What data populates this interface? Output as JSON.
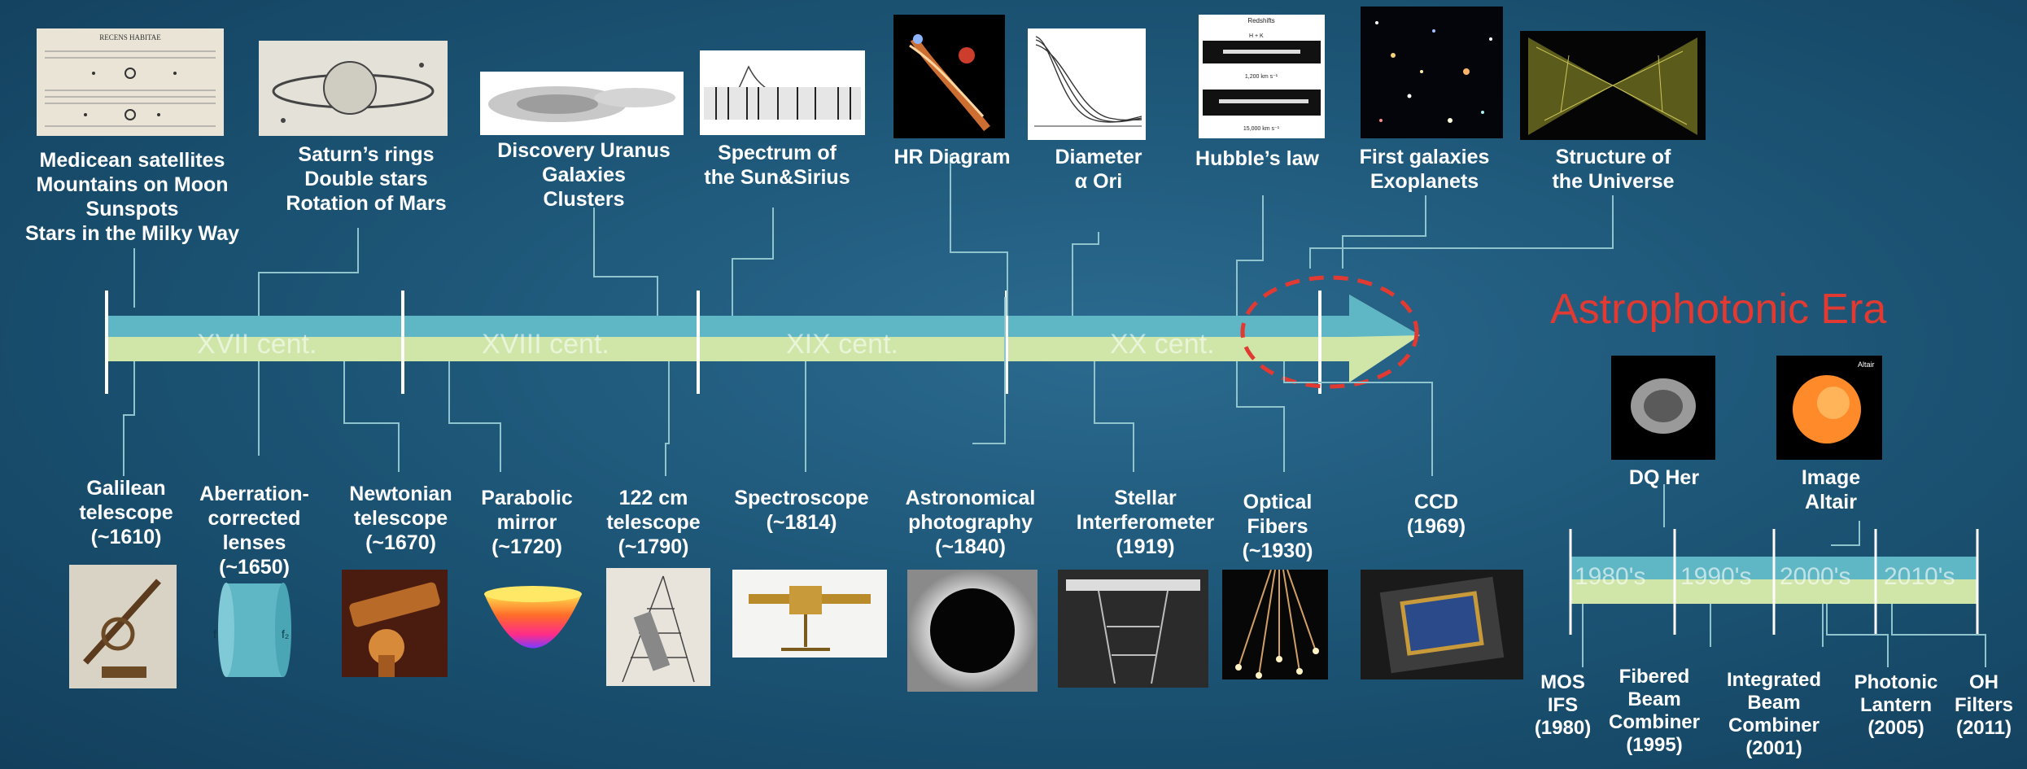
{
  "top_events": [
    {
      "label": "Medicean satellites\nMountains on Moon\nSunspots\nStars in the Milky Way",
      "image_text": "RECENS HABITAE"
    },
    {
      "label": "Saturn’s rings\nDouble stars\nRotation of Mars"
    },
    {
      "label": "Discovery Uranus\nGalaxies\nClusters"
    },
    {
      "label": "Spectrum of\nthe Sun&Sirius"
    },
    {
      "label": "HR Diagram"
    },
    {
      "label": "Diameter\nα Ori"
    },
    {
      "label": "Hubble’s law",
      "image_text": "Redshifts",
      "image_values": [
        "H + K",
        "1,200 km s⁻¹",
        "15,000 km s⁻¹"
      ]
    },
    {
      "label": "First galaxies\nExoplanets"
    },
    {
      "label": "Structure of\nthe Universe"
    }
  ],
  "centuries": [
    "XVII cent.",
    "XVIII cent.",
    "XIX cent.",
    "XX cent."
  ],
  "bottom_events": [
    {
      "label": "Galilean\ntelescope\n(~1610)"
    },
    {
      "label": "Aberration-\ncorrected\nlenses\n(~1650)",
      "image_text": [
        "f",
        "f₂"
      ]
    },
    {
      "label": "Newtonian\ntelescope\n(~1670)"
    },
    {
      "label": "Parabolic\nmirror\n(~1720)"
    },
    {
      "label": "122 cm\ntelescope\n(~1790)"
    },
    {
      "label": "Spectroscope\n(~1814)"
    },
    {
      "label": "Astronomical\nphotography\n(~1840)"
    },
    {
      "label": "Stellar\nInterferometer\n(1919)"
    },
    {
      "label": "Optical\nFibers\n(~1930)"
    },
    {
      "label": "CCD\n(1969)"
    }
  ],
  "era": {
    "title": "Astrophotonic Era",
    "decades": [
      "1980's",
      "1990's",
      "2000's",
      "2010's"
    ],
    "images": [
      {
        "label": "DQ Her"
      },
      {
        "label": "Image\nAltair",
        "image_text": "Altair"
      }
    ],
    "bottom": [
      {
        "label": "MOS\nIFS\n(1980)"
      },
      {
        "label": "Fibered\nBeam\nCombiner\n(1995)"
      },
      {
        "label": "Integrated\nBeam\nCombiner\n(2001)"
      },
      {
        "label": "Photonic\nLantern\n(2005)"
      },
      {
        "label": "OH\nFilters\n(2011)"
      }
    ]
  },
  "colors": {
    "arrow_cyan": "#5fb6c4",
    "arrow_yellow": "#cfe6a8",
    "connector": "#8fc4cc",
    "era_red": "#e03a32",
    "background": "#1d5677"
  }
}
